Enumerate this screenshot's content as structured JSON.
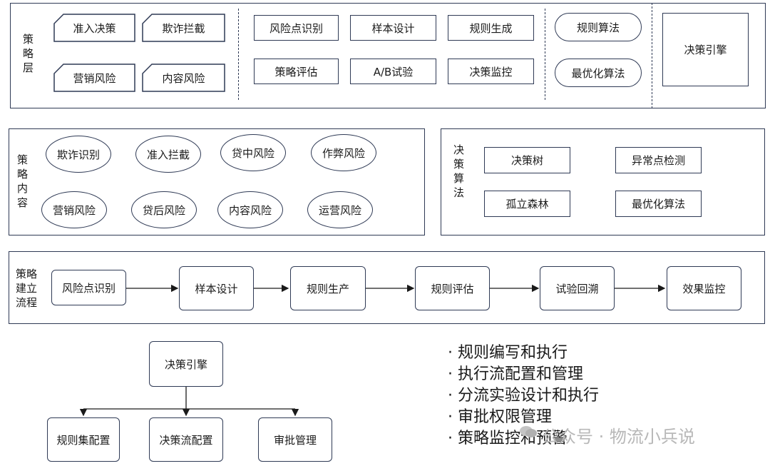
{
  "strategy_layer": {
    "label": "策略层",
    "scenes": [
      "准入决策",
      "欺诈拦截",
      "营销风险",
      "内容风险"
    ],
    "process_boxes": [
      "风险点识别",
      "样本设计",
      "规则生成",
      "策略评估",
      "A/B试验",
      "决策监控"
    ],
    "algorithms": [
      "规则算法",
      "最优化算法"
    ],
    "engine": "决策引擎"
  },
  "strategy_content": {
    "label": "策略内容",
    "items": [
      "欺诈识别",
      "准入拦截",
      "贷中风险",
      "作弊风险",
      "营销风险",
      "贷后风险",
      "内容风险",
      "运营风险"
    ]
  },
  "decision_algorithms": {
    "label": "决策算法",
    "items": [
      "决策树",
      "异常点检测",
      "孤立森林",
      "最优化算法"
    ]
  },
  "build_flow": {
    "label": "策略建立流程",
    "steps": [
      "风险点识别",
      "样本设计",
      "规则生产",
      "规则评估",
      "试验回溯",
      "效果监控"
    ]
  },
  "engine_tree": {
    "root": "决策引擎",
    "children": [
      "规则集配置",
      "决策流配置",
      "审批管理"
    ]
  },
  "features": [
    "· 规则编写和执行",
    "· 执行流配置和管理",
    "· 分流实验设计和执行",
    "· 审批权限管理",
    "· 策略监控和预警"
  ],
  "watermark": "公众号 · 物流小兵说",
  "colors": {
    "border": "#2f3a55",
    "text": "#1a1a1a",
    "watermark": "#b8b8b8"
  }
}
